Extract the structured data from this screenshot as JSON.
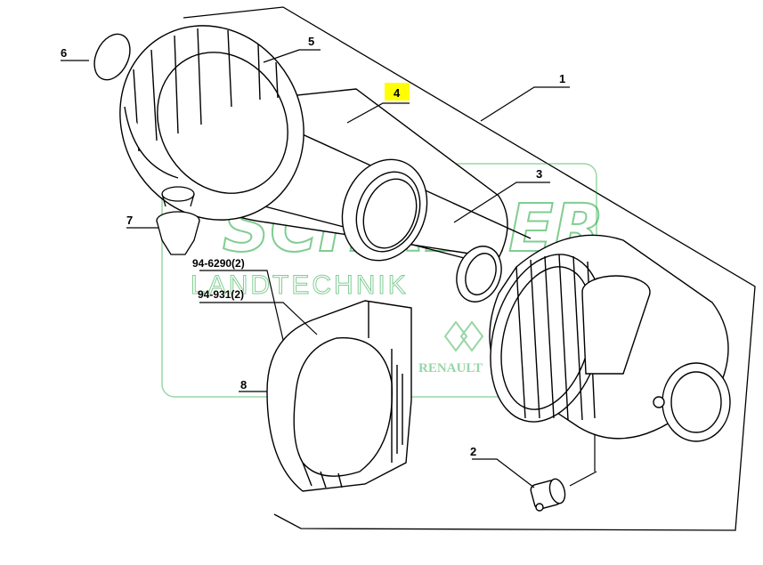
{
  "callouts": {
    "c1": "1",
    "c2": "2",
    "c3": "3",
    "c4": "4",
    "c5": "5",
    "c6": "6",
    "c7": "7",
    "c8": "8",
    "code_a": "94-6290(2)",
    "code_b": "94-931(2)"
  },
  "highlight_color": "#ffff00",
  "watermark": {
    "brand": "SCHALLER",
    "sub": "LANDTECHNIK",
    "partner": "RENAULT",
    "color": "#1aa63a"
  }
}
